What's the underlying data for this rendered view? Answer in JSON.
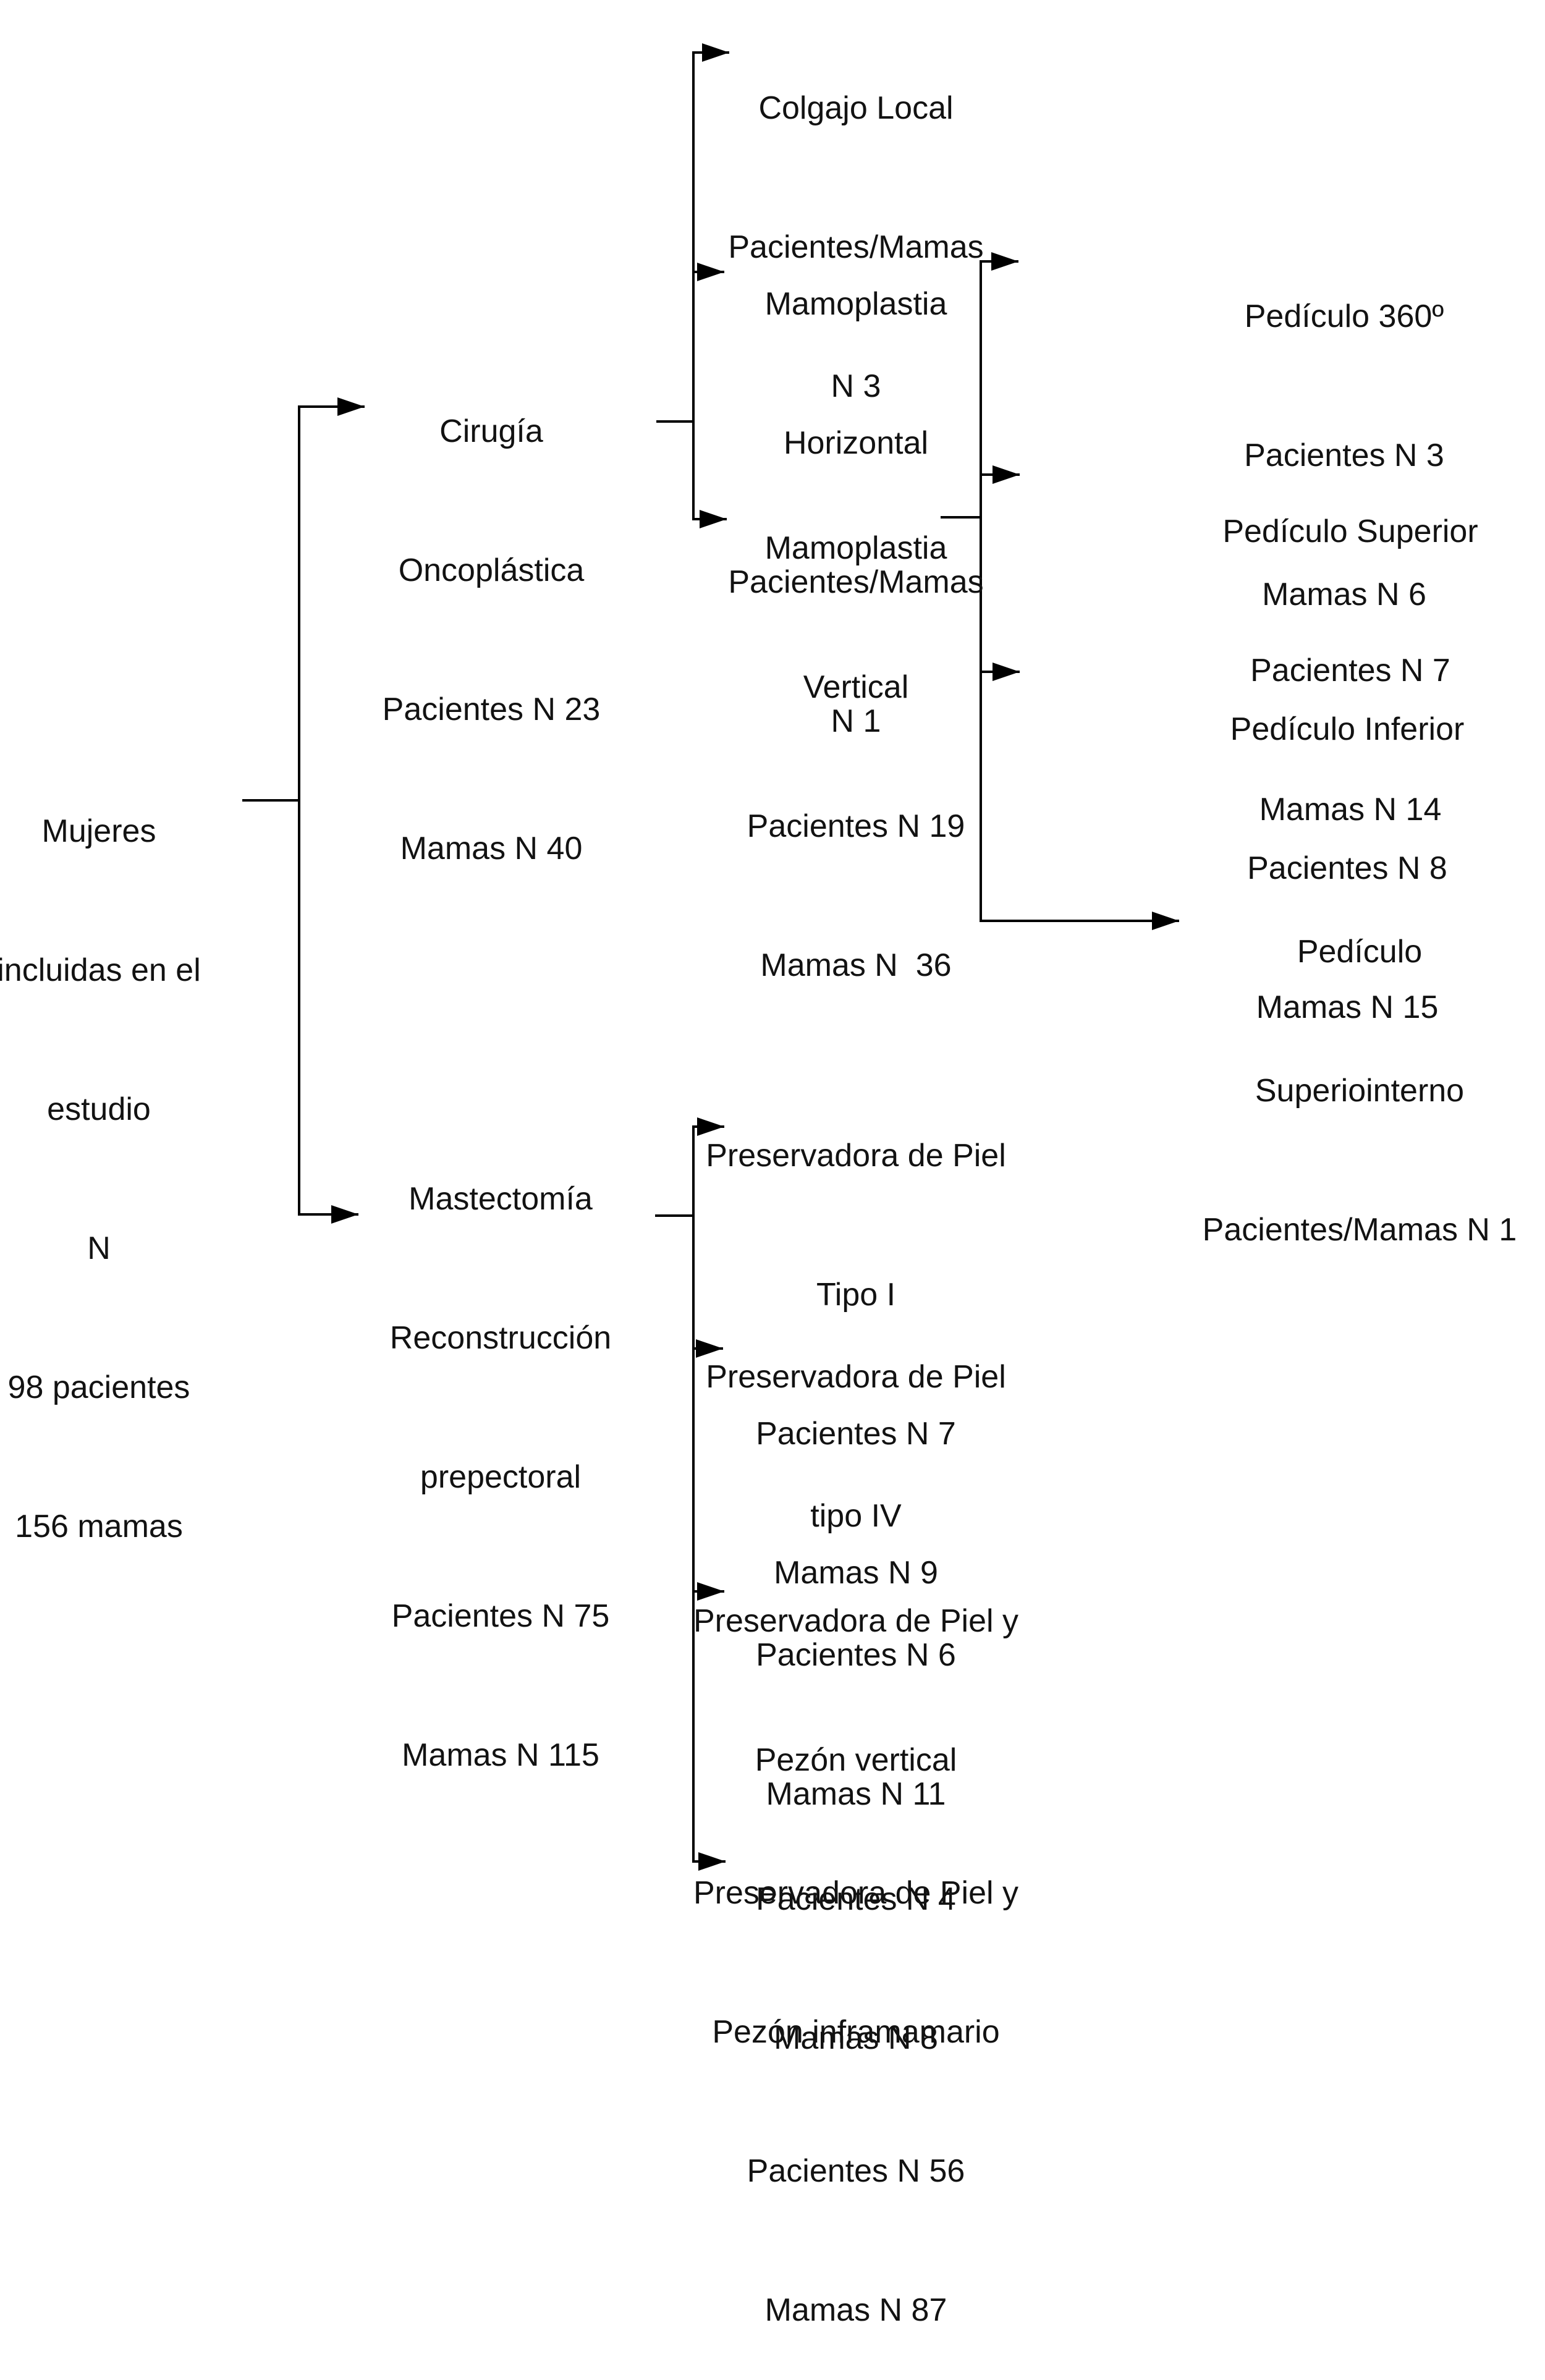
{
  "meta": {
    "background_color": "#ffffff",
    "line_color": "#000000",
    "text_color": "#121212",
    "diagram_type": "study-flowchart"
  },
  "diagram": {
    "root": {
      "lines": [
        "Mujeres",
        "incluidas en el",
        "estudio",
        "N",
        "98 pacientes",
        "156 mamas"
      ]
    },
    "oncoplastica": {
      "lines": [
        "Cirugía",
        "Oncoplástica",
        "Pacientes N 23",
        "Mamas N 40"
      ]
    },
    "colgajo_local": {
      "lines": [
        "Colgajo Local",
        "Pacientes/Mamas",
        "N 3"
      ]
    },
    "mamoplastia_horizontal": {
      "lines": [
        "Mamoplastia",
        "Horizontal",
        "Pacientes/Mamas",
        "N 1"
      ]
    },
    "mamoplastia_vertical": {
      "lines": [
        "Mamoplastia",
        "Vertical",
        "Pacientes N 19",
        "Mamas N  36"
      ]
    },
    "pediculo_360": {
      "lines": [
        "Pedículo 360º",
        "Pacientes N 3",
        "Mamas N 6"
      ]
    },
    "pediculo_superior": {
      "lines": [
        "Pedículo Superior",
        "Pacientes N 7",
        "Mamas N 14"
      ]
    },
    "pediculo_inferior": {
      "lines": [
        "Pedículo Inferior",
        "Pacientes N 8",
        "Mamas N 15"
      ]
    },
    "pediculo_superiointerno": {
      "lines": [
        "Pedículo",
        "Superiointerno",
        "Pacientes/Mamas N 1"
      ]
    },
    "mastectomia": {
      "lines": [
        "Mastectomía",
        "Reconstrucción",
        "prepectoral",
        "Pacientes N 75",
        "Mamas N 115"
      ]
    },
    "preservadora_tipo_1": {
      "lines": [
        "Preservadora de Piel",
        "Tipo I",
        "Pacientes N 7",
        "Mamas N 9"
      ]
    },
    "preservadora_tipo_4": {
      "lines": [
        "Preservadora de Piel",
        "tipo IV",
        "Pacientes N 6",
        "Mamas N 11"
      ]
    },
    "preservadora_pezon_vertical": {
      "lines": [
        "Preservadora de Piel y",
        "Pezón vertical",
        "Pacientes N 4",
        "Mamas N 8"
      ]
    },
    "preservadora_pezon_inframamario": {
      "lines": [
        "Preservadora de Piel y",
        "Pezón inframamario",
        "Pacientes N 56",
        "Mamas N 87"
      ]
    }
  }
}
